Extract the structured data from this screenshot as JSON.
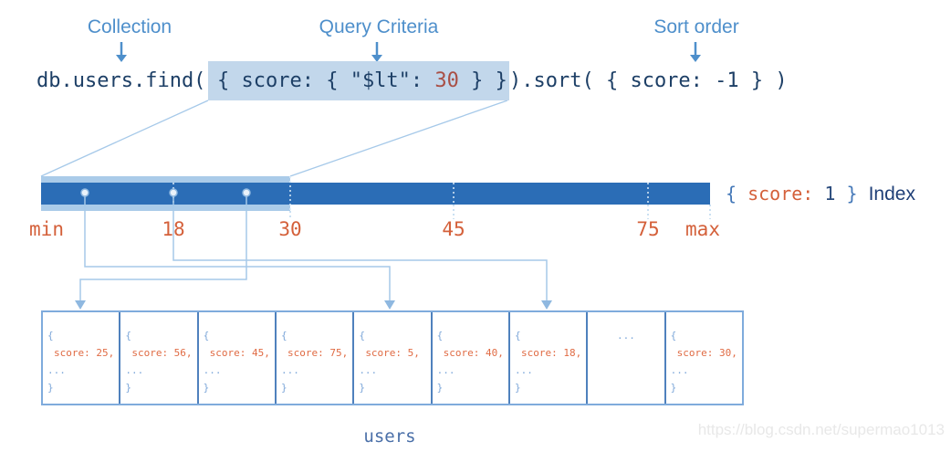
{
  "annotations": {
    "collection": "Collection",
    "query_criteria": "Query Criteria",
    "sort_order": "Sort order"
  },
  "code": {
    "prefix": "db.users.find(",
    "criteria_pre": "{ score: { \"$lt\": ",
    "criteria_value": "30",
    "criteria_post": " } }",
    "suffix": ").sort( { score: -1 } )"
  },
  "index_bar": {
    "ticks": [
      "min",
      "18",
      "30",
      "45",
      "75",
      "max"
    ],
    "label": {
      "brace_open": "{ ",
      "key": "score: ",
      "value": "1 ",
      "brace_close": "} ",
      "name": "Index"
    }
  },
  "documents": {
    "items": [
      {
        "open": "{",
        "field": "score: 25,",
        "dots": "...",
        "close": "}"
      },
      {
        "open": "{",
        "field": "score: 56,",
        "dots": "...",
        "close": "}"
      },
      {
        "open": "{",
        "field": "score: 45,",
        "dots": "...",
        "close": "}"
      },
      {
        "open": "{",
        "field": "score: 75,",
        "dots": "...",
        "close": "}"
      },
      {
        "open": "{",
        "field": "score: 5,",
        "dots": "...",
        "close": "}"
      },
      {
        "open": "{",
        "field": "score: 40,",
        "dots": "...",
        "close": "}"
      },
      {
        "open": "{",
        "field": "score: 18,",
        "dots": "...",
        "close": "}"
      },
      {
        "dots": "..."
      },
      {
        "open": "{",
        "field": "score: 30,",
        "dots": "...",
        "close": "}"
      }
    ],
    "collection_name": "users"
  },
  "watermark": "https://blog.csdn.net/supermao1013",
  "colors": {
    "annotation_blue": "#4e8fcb",
    "code_navy": "#1d3f66",
    "value_red": "#a94f45",
    "highlight_blue": "#c2d7eb",
    "bar_blue": "#2b6db6",
    "band_blue": "#aacbe9",
    "orange": "#d4603a",
    "connector_blue": "#a6c9e9"
  }
}
